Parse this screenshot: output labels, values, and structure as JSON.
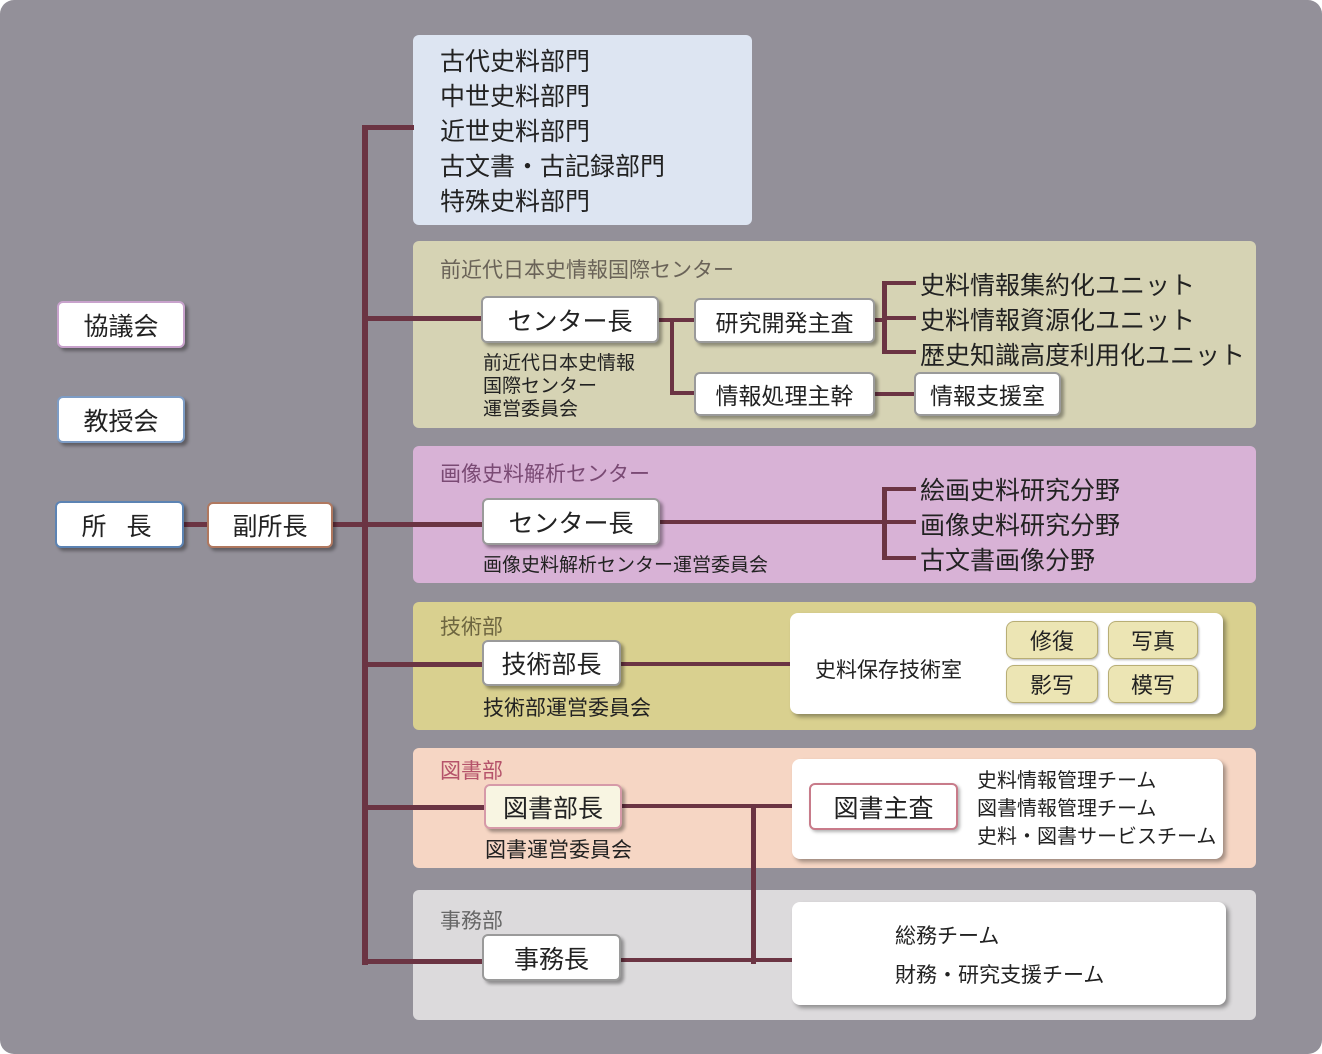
{
  "left": {
    "council": "協議会",
    "faculty": "教授会",
    "director": "所 長",
    "vice_director": "副所長"
  },
  "divisions": {
    "items": [
      "古代史料部門",
      "中世史料部門",
      "近世史料部門",
      "古文書・古記録部門",
      "特殊史料部門"
    ]
  },
  "premodern": {
    "title": "前近代日本史情報国際センター",
    "head": "センター長",
    "committee": [
      "前近代日本史情報",
      "国際センター",
      "運営委員会"
    ],
    "research_chief": "研究開発主査",
    "info_chief": "情報処理主幹",
    "support_room": "情報支援室",
    "units": [
      "史料情報集約化ユニット",
      "史料情報資源化ユニット",
      "歴史知識高度利用化ユニット"
    ]
  },
  "image": {
    "title": "画像史料解析センター",
    "head": "センター長",
    "committee": "画像史料解析センター運営委員会",
    "fields": [
      "絵画史料研究分野",
      "画像史料研究分野",
      "古文書画像分野"
    ]
  },
  "tech": {
    "title": "技術部",
    "head": "技術部長",
    "committee": "技術部運営委員会",
    "room": "史料保存技術室",
    "skills": [
      "修復",
      "写真",
      "影写",
      "模写"
    ]
  },
  "library": {
    "title": "図書部",
    "head": "図書部長",
    "committee": "図書運営委員会",
    "chief": "図書主査",
    "teams": [
      "史料情報管理チーム",
      "図書情報管理チーム",
      "史料・図書サービスチーム"
    ]
  },
  "admin": {
    "title": "事務部",
    "head": "事務長",
    "teams": [
      "総務チーム",
      "財務・研究支援チーム"
    ]
  },
  "colors": {
    "background": "#939099",
    "line": "#6b3443",
    "divisions_panel": "#dde5f2",
    "premodern_panel": "#d6d3b4",
    "image_panel": "#d8b2d6",
    "tech_panel": "#d9d08f",
    "library_panel": "#f6d6c4",
    "admin_panel": "#dcdadc"
  }
}
